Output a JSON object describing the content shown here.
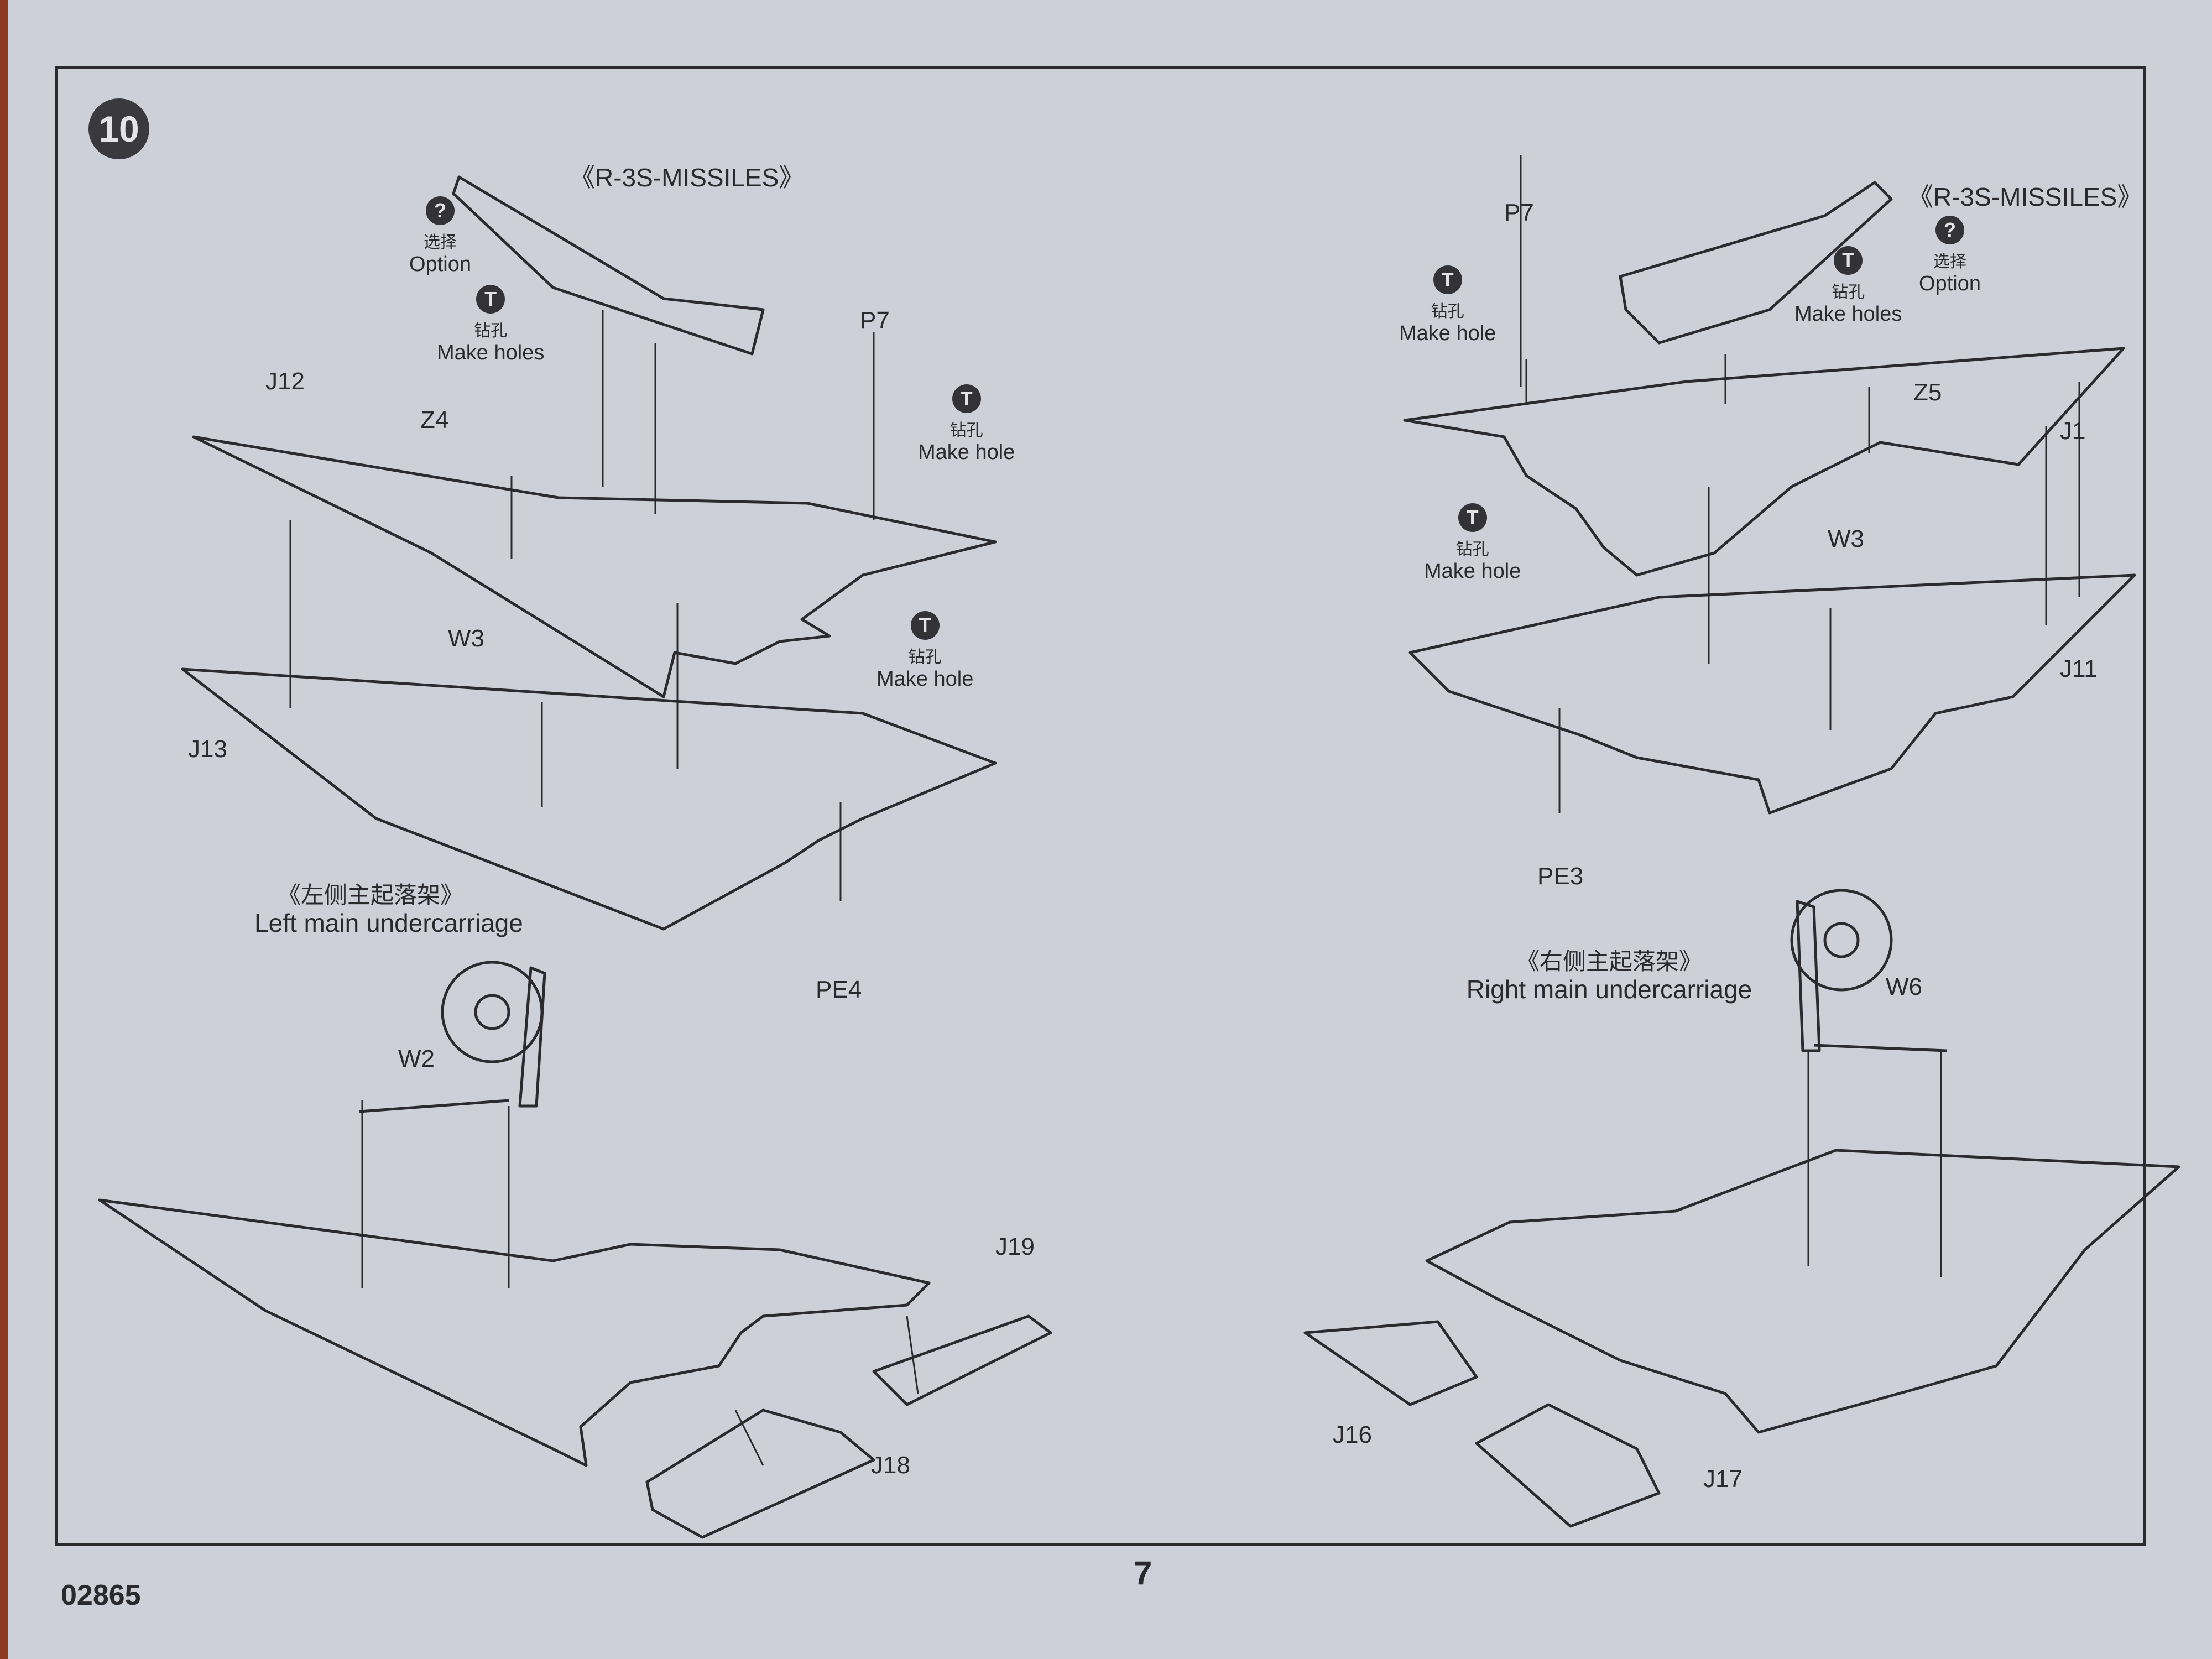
{
  "step_number": "10",
  "labels": {
    "missiles_left": "《R-3S-MISSILES》",
    "missiles_right": "《R-3S-MISSILES》",
    "left_gear_zh": "《左侧主起落架》",
    "left_gear_en": "Left main undercarriage",
    "right_gear_zh": "《右侧主起落架》",
    "right_gear_en": "Right main undercarriage"
  },
  "parts": {
    "j12": "J12",
    "z4": "Z4",
    "p7a": "P7",
    "w3a": "W3",
    "j13": "J13",
    "pe4": "PE4",
    "p7b": "P7",
    "z5": "Z5",
    "j1": "J1",
    "w3b": "W3",
    "j11": "J11",
    "pe3": "PE3",
    "w2": "W2",
    "j19": "J19",
    "j18": "J18",
    "w6": "W6",
    "j16": "J16",
    "j17": "J17"
  },
  "notes": {
    "option_zh": "选择",
    "option_en": "Option",
    "make_holes_zh": "钻孔",
    "make_holes_en": "Make holes",
    "make_hole_zh": "钻孔",
    "make_hole_en": "Make hole"
  },
  "icons": {
    "option": "?",
    "drill": "T"
  },
  "footer": {
    "code": "02865",
    "page": "7"
  }
}
